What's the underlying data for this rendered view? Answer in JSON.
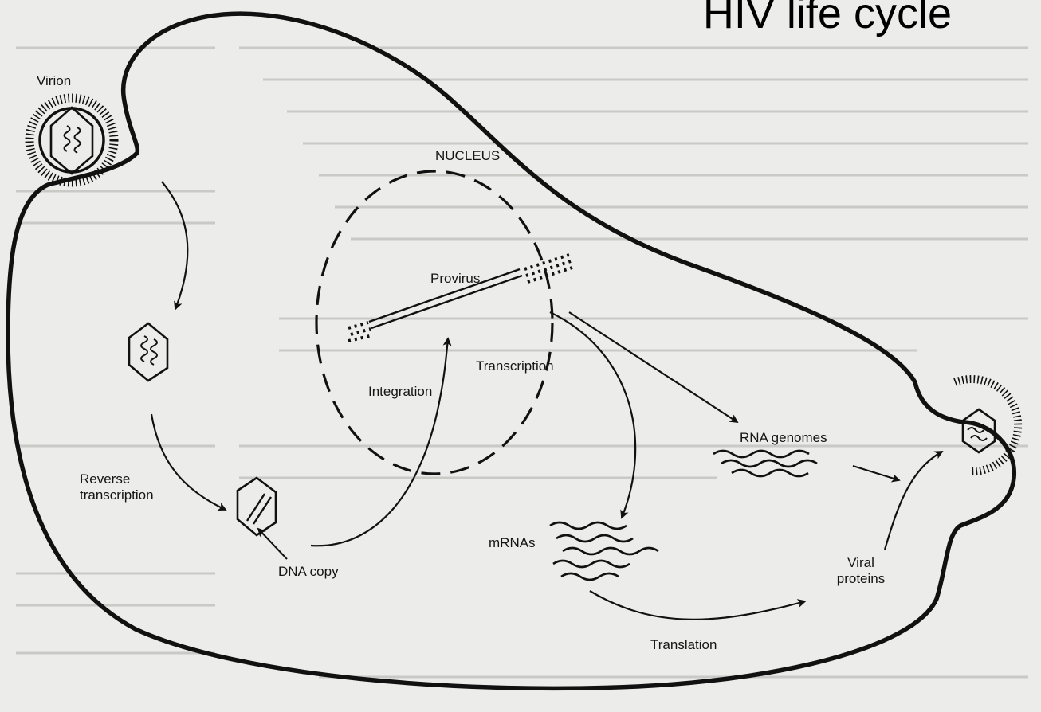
{
  "title": "HIV life cycle",
  "labels": {
    "virion": "Virion",
    "nucleus": "NUCLEUS",
    "provirus": "Provirus",
    "transcription": "Transcription",
    "integration": "Integration",
    "rna_genomes": "RNA genomes",
    "reverse_transcription_line1": "Reverse",
    "reverse_transcription_line2": "transcription",
    "dna_copy": "DNA copy",
    "mrnas": "mRNAs",
    "viral_proteins_line1": "Viral",
    "viral_proteins_line2": "proteins",
    "translation": "Translation"
  },
  "colors": {
    "background": "#ececea",
    "ink": "#111111",
    "faint_text": "#c9c9c6"
  }
}
